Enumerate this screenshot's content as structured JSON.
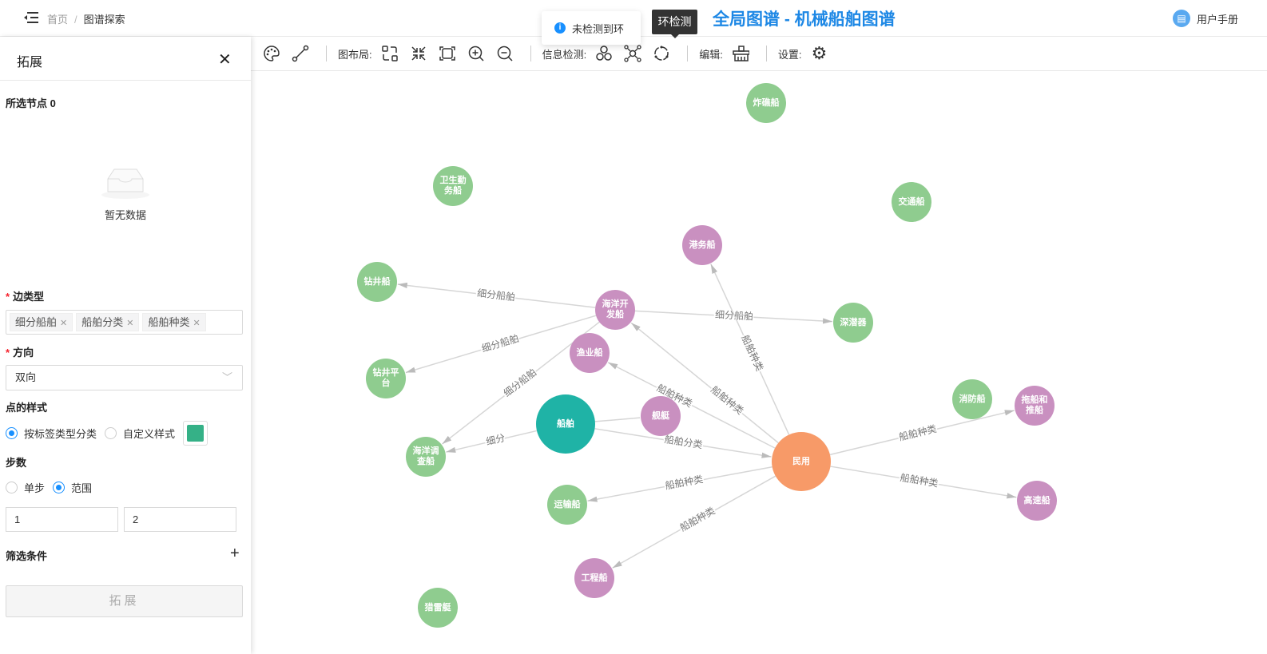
{
  "header": {
    "breadcrumb_home": "首页",
    "breadcrumb_sep": "/",
    "breadcrumb_current": "图谱探索",
    "title": "全局图谱 - 机械船舶图谱",
    "user_manual": "用户手册"
  },
  "toolbar": {
    "layout_label": "图布局:",
    "detect_label": "信息检测:",
    "edit_label": "编辑:",
    "settings_label": "设置:"
  },
  "toast": {
    "message": "未检测到环"
  },
  "tooltip": {
    "text": "环检测"
  },
  "panel": {
    "title": "拓展",
    "selected_nodes": "所选节点 0",
    "empty_text": "暂无数据",
    "edge_type_label": "边类型",
    "edge_tags": [
      "细分船舶",
      "船舶分类",
      "船舶种类"
    ],
    "direction_label": "方向",
    "direction_value": "双向",
    "node_style_label": "点的样式",
    "style_option_1": "按标签类型分类",
    "style_option_2": "自定义样式",
    "custom_color": "#35b187",
    "steps_label": "步数",
    "step_option_1": "单步",
    "step_option_2": "范围",
    "range_from": "1",
    "range_to": "2",
    "filter_label": "筛选条件",
    "expand_button": "拓展"
  },
  "colors": {
    "green": "#8fcc8f",
    "purple": "#c990c0",
    "teal": "#1fb3a6",
    "orange": "#f79a68",
    "edge": "#d6d6d6"
  },
  "graph": {
    "nodes": [
      {
        "id": "zjc",
        "label": "炸礁船",
        "type": "green"
      },
      {
        "id": "wsqw",
        "label": "卫生勤务船",
        "type": "green"
      },
      {
        "id": "jtc",
        "label": "交通船",
        "type": "green"
      },
      {
        "id": "gwc",
        "label": "港务船",
        "type": "purple"
      },
      {
        "id": "zjcb",
        "label": "钻井船",
        "type": "green"
      },
      {
        "id": "hykf",
        "label": "海洋开发船",
        "type": "purple"
      },
      {
        "id": "sqq",
        "label": "深潜器",
        "type": "green"
      },
      {
        "id": "yyc",
        "label": "渔业船",
        "type": "purple"
      },
      {
        "id": "zjpt",
        "label": "钻井平台",
        "type": "green"
      },
      {
        "id": "cb",
        "label": "船舶",
        "type": "teal"
      },
      {
        "id": "jt",
        "label": "舰艇",
        "type": "purple"
      },
      {
        "id": "hydc",
        "label": "海洋调查船",
        "type": "green"
      },
      {
        "id": "my",
        "label": "民用",
        "type": "orange"
      },
      {
        "id": "xfc",
        "label": "消防船",
        "type": "green"
      },
      {
        "id": "tc",
        "label": "拖船和推船",
        "type": "purple"
      },
      {
        "id": "ysc",
        "label": "运输船",
        "type": "green"
      },
      {
        "id": "gsc",
        "label": "高速船",
        "type": "purple"
      },
      {
        "id": "gcc",
        "label": "工程船",
        "type": "purple"
      },
      {
        "id": "llt",
        "label": "猎雷艇",
        "type": "green"
      }
    ],
    "edges": [
      {
        "from": "hykf",
        "to": "zjcb",
        "label": "细分船舶"
      },
      {
        "from": "hykf",
        "to": "sqq",
        "label": "细分船舶"
      },
      {
        "from": "hykf",
        "to": "zjpt",
        "label": "细分船舶"
      },
      {
        "from": "hykf",
        "to": "hydc",
        "label": "细分船舶"
      },
      {
        "from": "my",
        "to": "gwc",
        "label": "船舶种类"
      },
      {
        "from": "my",
        "to": "hykf",
        "label": "船舶种类"
      },
      {
        "from": "my",
        "to": "yyc",
        "label": "船舶种类"
      },
      {
        "from": "cb",
        "to": "my",
        "label": "船舶分类"
      },
      {
        "from": "cb",
        "to": "hydc",
        "label": "细分"
      },
      {
        "from": "cb",
        "to": "jt",
        "label": ""
      },
      {
        "from": "my",
        "to": "ysc",
        "label": "船舶种类"
      },
      {
        "from": "my",
        "to": "gcc",
        "label": "船舶种类"
      },
      {
        "from": "my",
        "to": "tc",
        "label": "船舶种类"
      },
      {
        "from": "my",
        "to": "gsc",
        "label": "船舶种类"
      }
    ]
  }
}
